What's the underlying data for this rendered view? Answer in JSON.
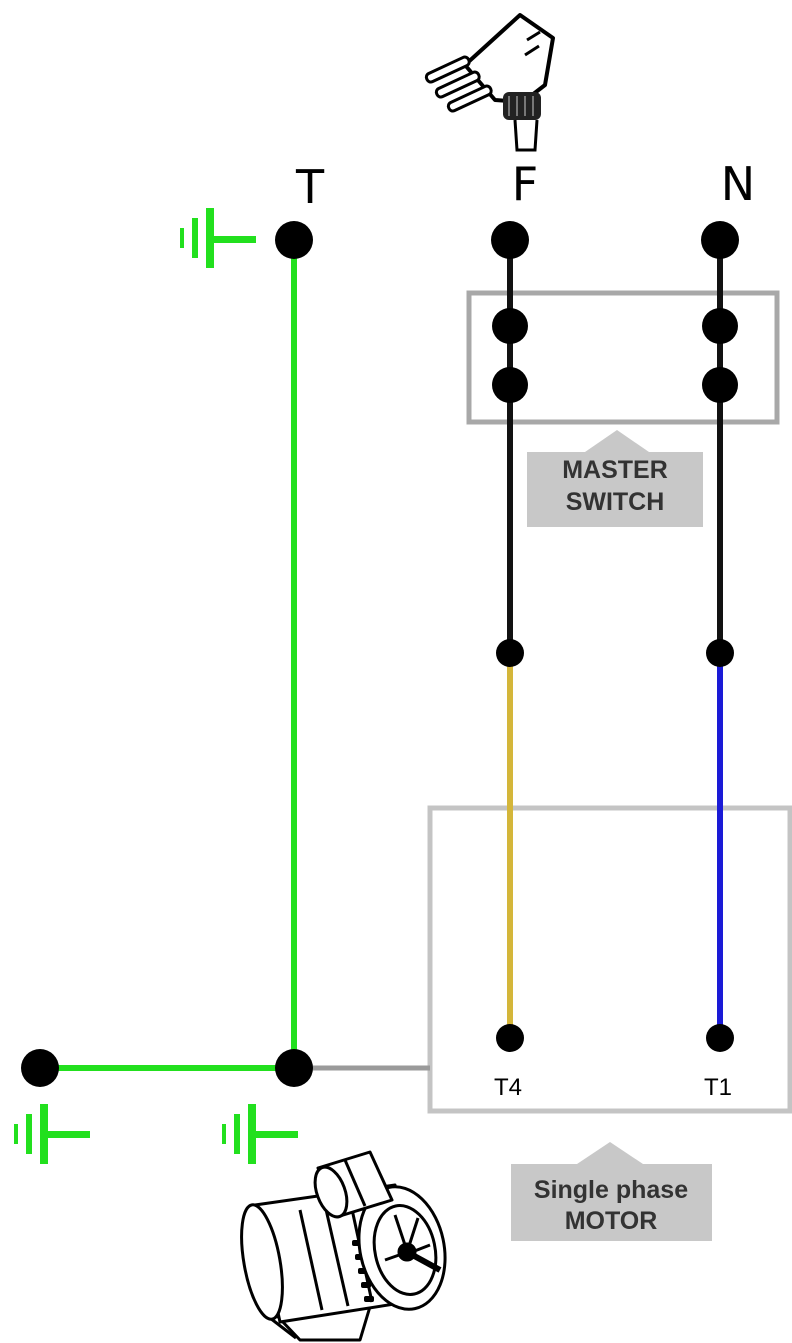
{
  "terminals": {
    "earth_label": "T",
    "phase_label": "F",
    "neutral_label": "N"
  },
  "master_switch": {
    "line1": "MASTER",
    "line2": "SWITCH"
  },
  "motor": {
    "terminal_left": "T4",
    "terminal_right": "T1",
    "line1": "Single phase",
    "line2": "MOTOR"
  },
  "colors": {
    "earth_wire": "#22e01e",
    "phase_wire": "#d4b63a",
    "neutral_wire": "#1a1ad6",
    "line_wire": "#111111",
    "box_border": "#a8a8a8",
    "callout_fill": "#c8c8c8",
    "chassis_link": "#9a9a9a"
  },
  "icons": {
    "plug": "plug-icon",
    "motor": "motor-icon",
    "ground": "ground-icon"
  }
}
